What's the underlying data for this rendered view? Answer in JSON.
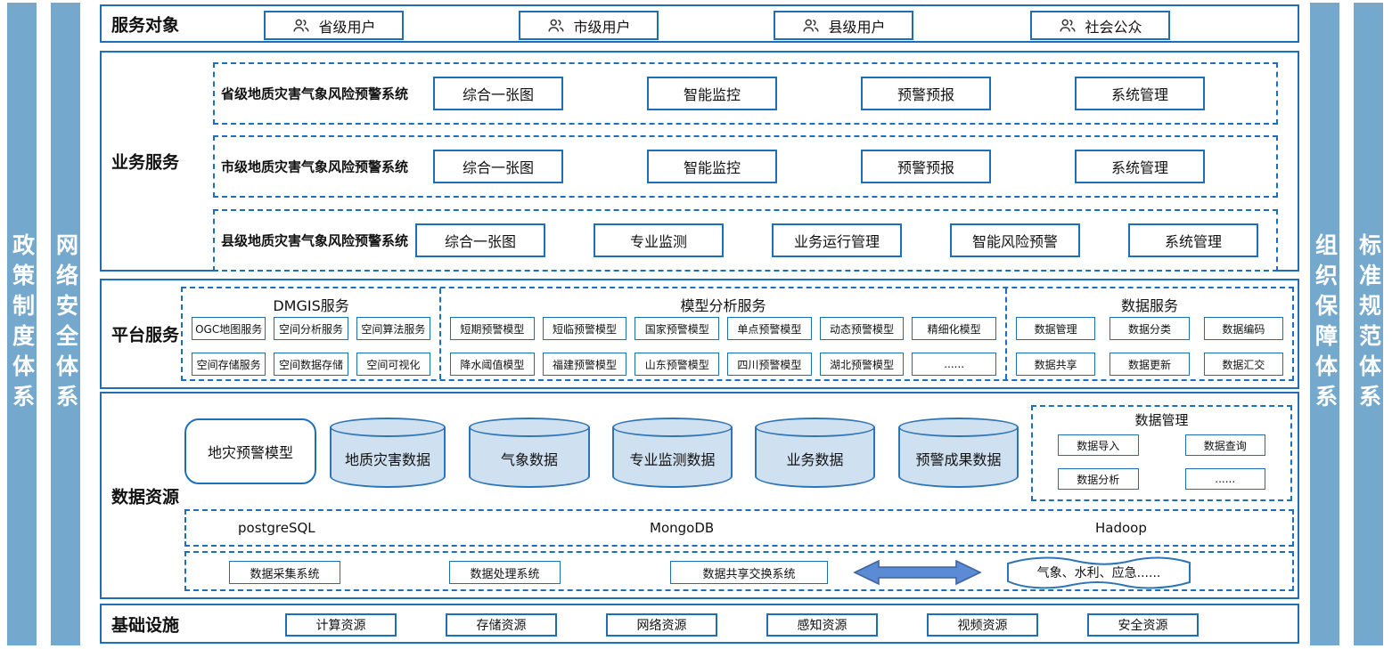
{
  "colors": {
    "accent": "#1e6fb8",
    "sidebar_blue": "#74a9cd",
    "cylinder_fill": "#cfe0f1",
    "cylinder_border": "#2e75b6",
    "arrow_fill": "#5b8bd4",
    "arrow_border": "#41639c"
  },
  "sidebars": {
    "left": [
      "政策制度体系",
      "网络安全体系"
    ],
    "right": [
      "组织保障体系",
      "标准规范体系"
    ]
  },
  "service_targets": {
    "title": "服务对象",
    "items": [
      "省级用户",
      "市级用户",
      "县级用户",
      "社会公众"
    ]
  },
  "business_services": {
    "title": "业务服务",
    "systems": [
      {
        "name": "省级地质灾害气象风险预警系统",
        "modules": [
          "综合一张图",
          "智能监控",
          "预警预报",
          "系统管理"
        ]
      },
      {
        "name": "市级地质灾害气象风险预警系统",
        "modules": [
          "综合一张图",
          "智能监控",
          "预警预报",
          "系统管理"
        ]
      },
      {
        "name": "县级地质灾害气象风险预警系统",
        "modules": [
          "综合一张图",
          "专业监测",
          "业务运行管理",
          "智能风险预警",
          "系统管理"
        ]
      }
    ]
  },
  "platform_services": {
    "title": "平台服务",
    "groups": [
      {
        "name": "DMGIS服务",
        "rows": [
          [
            "OGC地图服务",
            "空间分析服务",
            "空间算法服务"
          ],
          [
            "空间存储服务",
            "空间数据存储",
            "空间可视化"
          ]
        ]
      },
      {
        "name": "模型分析服务",
        "rows": [
          [
            "短期预警模型",
            "短临预警模型",
            "国家预警模型",
            "单点预警模型",
            "动态预警模型",
            "精细化模型"
          ],
          [
            "降水阈值模型",
            "福建预警模型",
            "山东预警模型",
            "四川预警模型",
            "湖北预警模型",
            "......"
          ]
        ]
      },
      {
        "name": "数据服务",
        "rows": [
          [
            "数据管理",
            "数据分类",
            "数据编码"
          ],
          [
            "数据共享",
            "数据更新",
            "数据汇交"
          ]
        ]
      }
    ]
  },
  "data_resources": {
    "title": "数据资源",
    "model_box": "地灾预警模型",
    "databases": [
      "地质灾害数据",
      "气象数据",
      "专业监测数据",
      "业务数据",
      "预警成果数据"
    ],
    "data_management": {
      "title": "数据管理",
      "items": [
        "数据导入",
        "数据查询",
        "数据分析",
        "......"
      ]
    },
    "storage_engines": [
      "postgreSQL",
      "MongoDB",
      "Hadoop"
    ],
    "exchange_systems": [
      "数据采集系统",
      "数据处理系统",
      "数据共享交换系统"
    ],
    "external_systems": "气象、水利、应急......"
  },
  "infrastructure": {
    "title": "基础设施",
    "items": [
      "计算资源",
      "存储资源",
      "网络资源",
      "感知资源",
      "视频资源",
      "安全资源"
    ]
  }
}
